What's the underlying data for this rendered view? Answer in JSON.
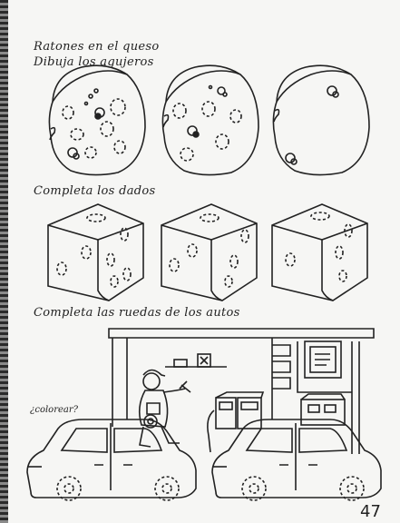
{
  "worksheet": {
    "cheese_title": "Ratones en el queso",
    "cheese_instruction": "Dibuja los agujeros",
    "dice_instruction": "Completa los dados",
    "wheels_instruction": "Completa las ruedas de los autos",
    "color_prompt": "¿colorear?",
    "page_number": "47"
  }
}
